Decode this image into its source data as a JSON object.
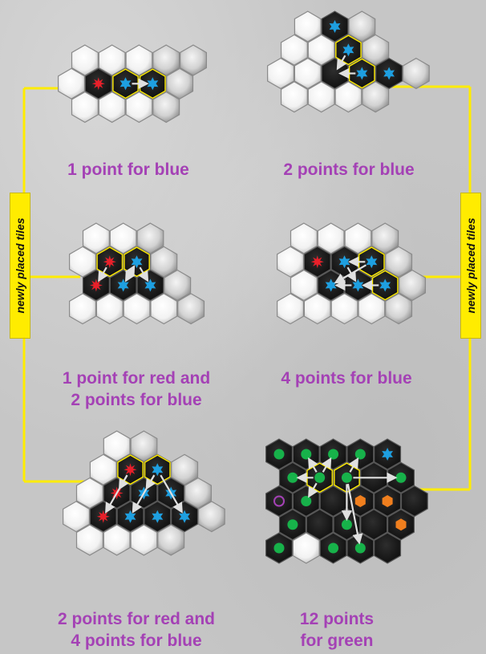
{
  "captions": {
    "top_left": "1 point for blue",
    "top_right": "2 points for blue",
    "mid_left_1": "1 point for red and",
    "mid_left_2": "2 points for blue",
    "mid_right": "4 points for blue",
    "bottom_left_1": "2 points for red and",
    "bottom_left_2": "4 points for blue",
    "bottom_right_1": "12 points",
    "bottom_right_2": "for green"
  },
  "side_labels": {
    "left": "newly placed tiles",
    "right": "newly placed tiles"
  },
  "colors": {
    "caption": "#a441b5",
    "connector": "#ffec00",
    "white_tile": "#ffffff",
    "dark_tile": "#1c1c1c",
    "red_symbol": "#e8202a",
    "blue_symbol": "#1e9fe0",
    "green_symbol": "#17b24a",
    "orange_symbol": "#f07f1e",
    "purple_symbol": "#a441b5"
  },
  "scores": [
    {
      "text": "1 point for blue"
    },
    {
      "text": "2 points for blue"
    },
    {
      "text": "1 point for red and 2 points for blue"
    },
    {
      "text": "4 points for blue"
    },
    {
      "text": "2 points for red and 4 points for blue"
    },
    {
      "text": "12 points for green"
    }
  ]
}
